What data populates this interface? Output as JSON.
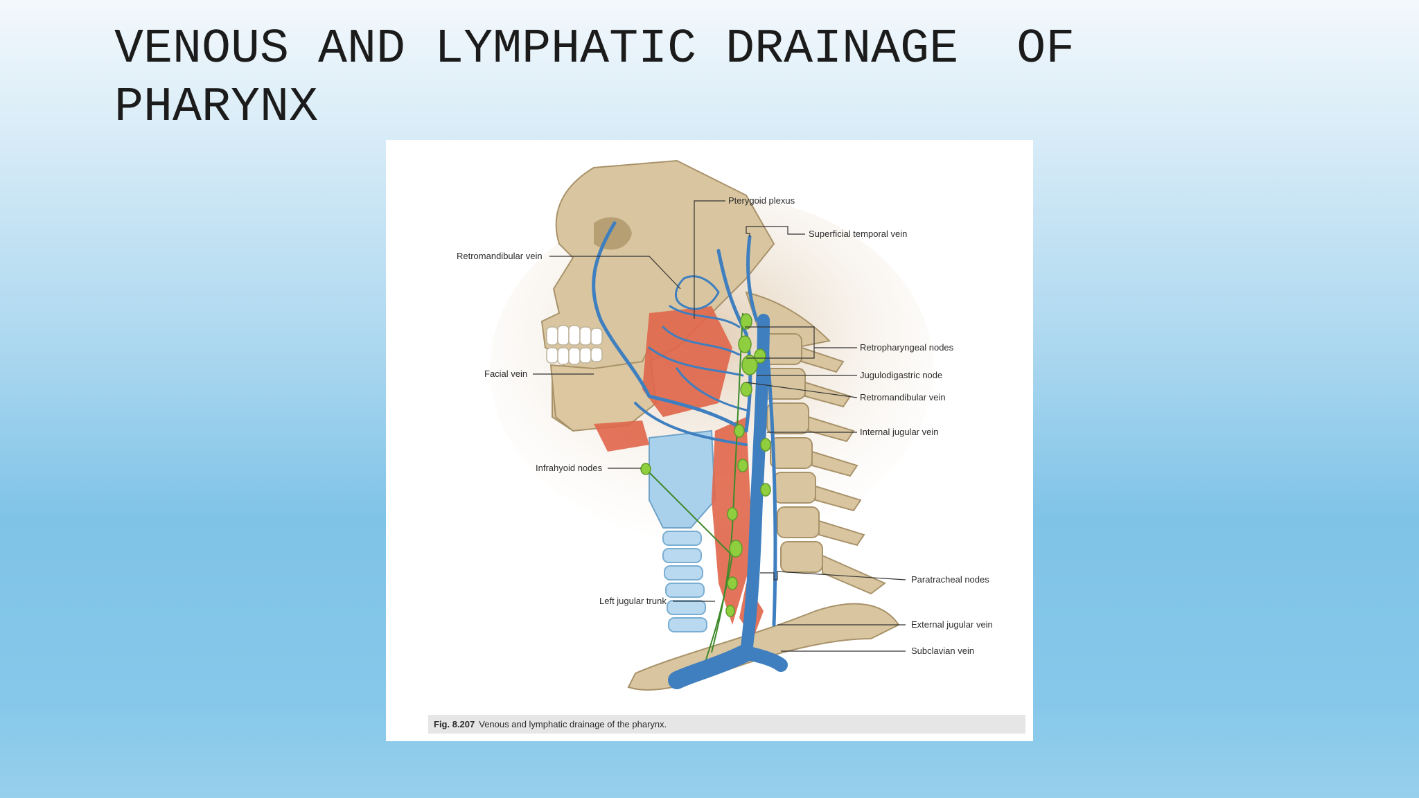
{
  "slide": {
    "title": "VENOUS AND LYMPHATIC DRAINAGE  OF PHARYNX"
  },
  "figure": {
    "labels": {
      "pterygoid_plexus": "Pterygoid plexus",
      "superficial_temporal_vein": "Superficial temporal vein",
      "retromandibular_vein_left": "Retromandibular vein",
      "facial_vein": "Facial vein",
      "retropharyngeal_nodes": "Retropharyngeal nodes",
      "jugulodigastric_node": "Jugulodigastric node",
      "retromandibular_vein_right": "Retromandibular vein",
      "internal_jugular_vein": "Internal jugular vein",
      "infrahyoid_nodes": "Infrahyoid nodes",
      "paratracheal_nodes": "Paratracheal nodes",
      "left_jugular_trunk": "Left jugular trunk",
      "external_jugular_vein": "External jugular vein",
      "subclavian_vein": "Subclavian vein"
    },
    "caption": {
      "number": "Fig. 8.207",
      "text": "Venous and lymphatic drainage of the pharynx."
    }
  },
  "colors": {
    "vein": "#3f7fbf",
    "lymph_node": "#8fcf3f",
    "lymph_vessel": "#3d8a2a",
    "muscle": "#e0664a",
    "bone": "#d9c6a0",
    "cartilage": "#a9d1ec"
  }
}
